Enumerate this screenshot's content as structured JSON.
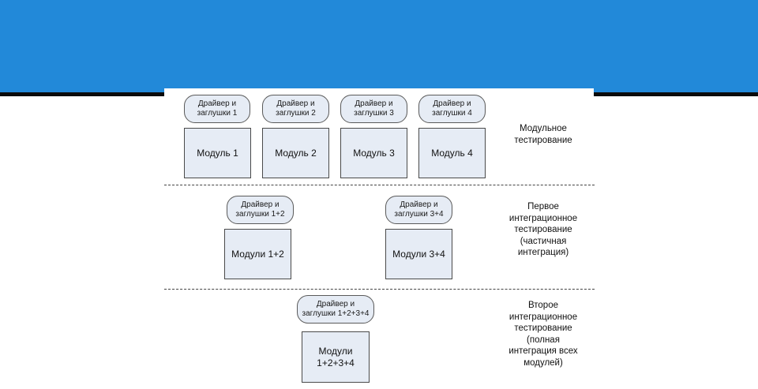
{
  "stages": [
    {
      "label": "Модульное\nтестирование",
      "stubs": [
        "Драйвер и\nзаглушки 1",
        "Драйвер и\nзаглушки 2",
        "Драйвер и\nзаглушки 3",
        "Драйвер и\nзаглушки 4"
      ],
      "modules": [
        "Модуль 1",
        "Модуль 2",
        "Модуль 3",
        "Модуль 4"
      ]
    },
    {
      "label": "Первое\nинтеграционное\nтестирование\n(частичная\nинтеграция)",
      "stubs": [
        "Драйвер и\nзаглушки 1+2",
        "Драйвер и\nзаглушки 3+4"
      ],
      "modules": [
        "Модули 1+2",
        "Модули 3+4"
      ]
    },
    {
      "label": "Второе\nинтеграционное\nтестирование\n(полная\nинтеграция всех\nмодулей)",
      "stubs": [
        "Драйвер и\nзаглушки 1+2+3+4"
      ],
      "modules": [
        "Модули\n1+2+3+4"
      ]
    }
  ],
  "colors": {
    "header": "#2289d9",
    "header_rule": "#0b0b0b",
    "node_fill": "#e6ecf5",
    "node_border": "#4a4a4a"
  }
}
